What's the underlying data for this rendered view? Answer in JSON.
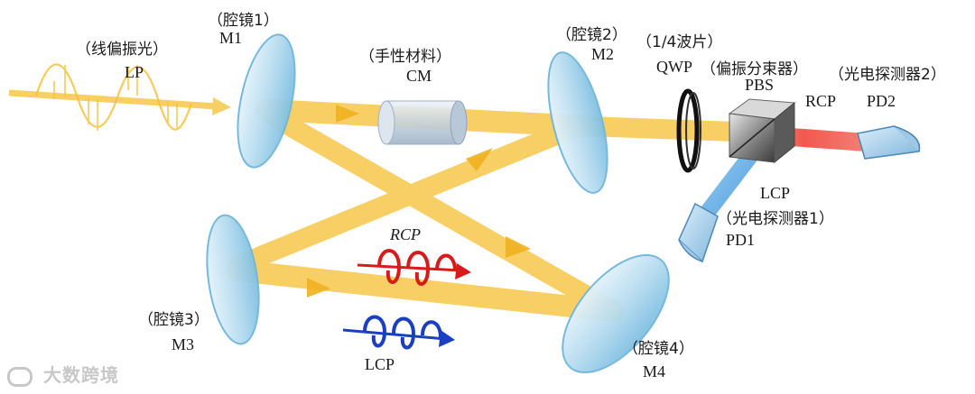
{
  "labels": {
    "lp_cn": "（线偏振光）",
    "lp": "LP",
    "m1_cn": "（腔镜1）",
    "m1": "M1",
    "cm_cn": "（手性材料）",
    "cm": "CM",
    "m2_cn": "（腔镜2）",
    "m2": "M2",
    "qwp_cn": "（1/4波片）",
    "qwp": "QWP",
    "pbs_cn": "（偏振分束器）",
    "pbs": "PBS",
    "pd2_cn": "（光电探测器2）",
    "rcp_right": "RCP",
    "pd2": "PD2",
    "lcp_right": "LCP",
    "pd1_cn": "（光电探测器1）",
    "pd1": "PD1",
    "rcp_mid": "RCP",
    "lcp_mid": "LCP",
    "m3_cn": "（腔镜3）",
    "m3": "M3",
    "m4_cn": "（腔镜4）",
    "m4": "M4"
  },
  "watermark": "大数跨境",
  "colors": {
    "beam": "#f5c23a",
    "red_beam": "#e8202a",
    "blue_beam": "#5aa8e6",
    "mirror": "#bfe0f2",
    "mirror_edge": "#6fb6dc",
    "rcp": "#d81a1a",
    "lcp": "#1a3fc0"
  }
}
